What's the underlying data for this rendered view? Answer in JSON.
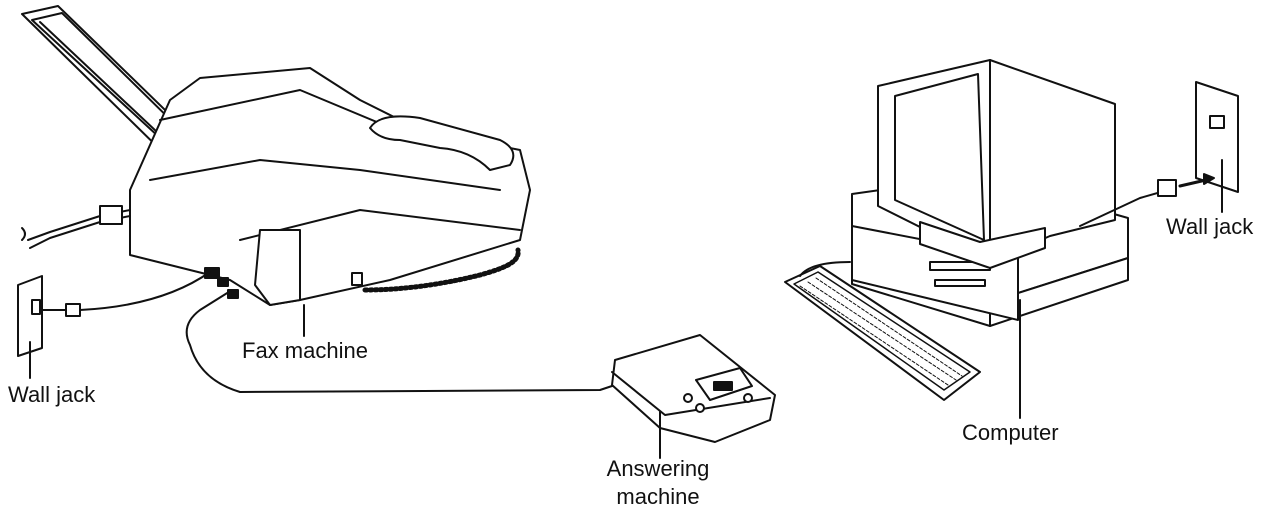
{
  "labels": {
    "fax_machine": "Fax machine",
    "wall_jack_left": "Wall jack",
    "answering_machine_line1": "Answering",
    "answering_machine_line2": "machine",
    "computer": "Computer",
    "wall_jack_right": "Wall jack"
  }
}
